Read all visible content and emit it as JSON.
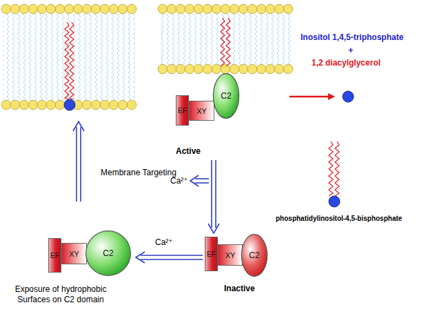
{
  "diagram": {
    "nodes": [
      {
        "text": [
          "EF"
        ]
      },
      {
        "text": [
          "XY"
        ]
      },
      {
        "text": [
          "C2"
        ]
      },
      {
        "text": [
          "EF"
        ]
      },
      {
        "text": [
          "XY"
        ]
      },
      {
        "text": [
          "C2"
        ]
      },
      {
        "text": [
          "EF"
        ]
      },
      {
        "text": [
          "XY"
        ]
      },
      {
        "text": [
          "C2"
        ]
      }
    ],
    "labels": [
      "Inositol 1,4,5-triphosphate",
      "+",
      "1,2 diacylglycerol",
      "phosphatidylinositol-4,5-bisphosphate",
      "Active",
      "Membrane Targeting",
      "Ca²⁺",
      "Ca²⁺",
      "Inactive",
      "Exposure of hydrophobic Surfaces on C2 domain"
    ]
  }
}
